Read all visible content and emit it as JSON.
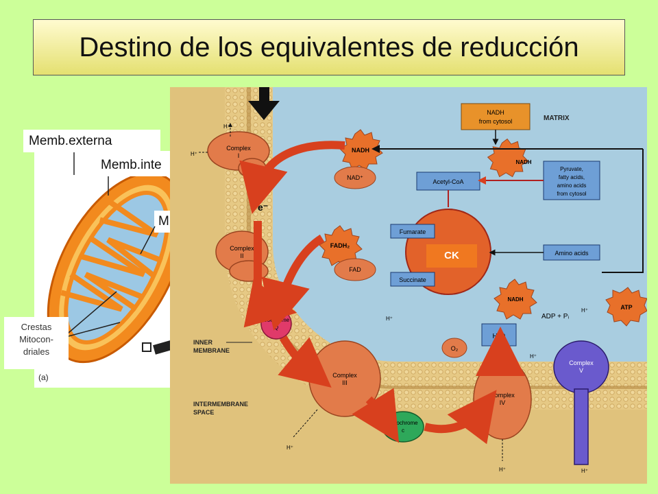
{
  "title": "Destino de los equivalentes de reducción",
  "labels": {
    "outer_membrane": "Memb.externa",
    "inner_membrane_partial": "Memb.inte",
    "matrix_partial": "M",
    "cristae": [
      "Crestas",
      "Mitocon-",
      "driales"
    ],
    "panel_a": "(a)",
    "ck": "CK"
  },
  "diagram": {
    "matrix": "MATRIX",
    "inner_membrane": [
      "INNER",
      "MEMBRANE"
    ],
    "intermembrane_space": [
      "INTERMEMBRANE",
      "SPACE"
    ],
    "complex_1": [
      "Complex",
      "I"
    ],
    "complex_2": [
      "Complex",
      "II"
    ],
    "complex_3": [
      "Complex",
      "III"
    ],
    "complex_4": [
      "Complex",
      "IV"
    ],
    "complex_5": [
      "Complex",
      "V"
    ],
    "coenzyme_q": [
      "Coenzyme",
      "Q"
    ],
    "cytochrome_c": [
      "Cytochrome",
      "c"
    ],
    "nadh_cytosol": [
      "NADH",
      "from cytosol"
    ],
    "pyruvate_box": [
      "Pyruvate,",
      "fatty acids,",
      "amino acids",
      "from cytosol"
    ],
    "acetyl_coa": "Acetyl-CoA",
    "fumarate": "Fumarate",
    "succinate": "Succinate",
    "amino_acids": "Amino acids",
    "nadh": "NADH",
    "nad_plus": "NAD⁺",
    "fadh2": "FADH₂",
    "fad": "FAD",
    "o2": "O₂",
    "h2o": "H₂O",
    "atp": "ATP",
    "adp_pi": "ADP + Pᵢ",
    "h_plus": "H⁺",
    "electron": "e⁻"
  },
  "colors": {
    "background": "#ccff99",
    "matrix_blue": "#a9cde0",
    "membrane_tan": "#e0c27c",
    "complex_orange": "#e27b4a",
    "arrow_red": "#d8401e",
    "ck_orange": "#f07820",
    "box_blue": "#6e9fd6",
    "complex_v_purple": "#6a5acd"
  }
}
